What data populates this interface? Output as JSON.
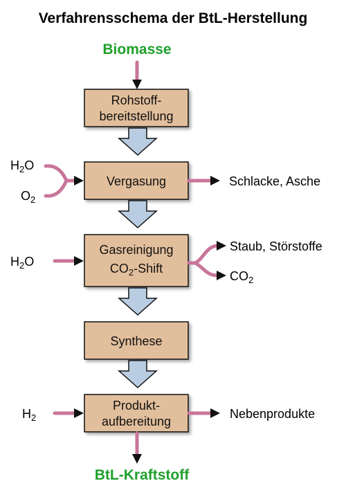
{
  "title": "Verfahrensschema der BtL-Herstellung",
  "input": "Biomasse",
  "output": "BtL-Kraftstoff",
  "steps": [
    {
      "lines": [
        "Rohstoff-",
        "bereitstellung"
      ]
    },
    {
      "lines": [
        "Vergasung"
      ]
    },
    {
      "lines": [
        "Gasreinigung",
        "CO"
      ],
      "line2_sub": "2",
      "line2_suffix": "-Shift"
    },
    {
      "lines": [
        "Synthese"
      ]
    },
    {
      "lines": [
        "Produkt-",
        "aufbereitung"
      ]
    }
  ],
  "side": {
    "h2o_a": {
      "base": "H",
      "sub": "2",
      "tail": "O"
    },
    "o2": {
      "base": "O",
      "sub": "2"
    },
    "slag": "Schlacke, Asche",
    "h2o_b": {
      "base": "H",
      "sub": "2",
      "tail": "O"
    },
    "dust": "Staub, Störstoffe",
    "co2": {
      "base": "CO",
      "sub": "2"
    },
    "h2": {
      "base": "H",
      "sub": "2"
    },
    "byproducts": "Nebenprodukte"
  },
  "colors": {
    "box_fill": "#e2bf9c",
    "flow_arrow": "#b9cde2",
    "side_stream": "#c9759b",
    "green_text": "#1fa02c"
  }
}
